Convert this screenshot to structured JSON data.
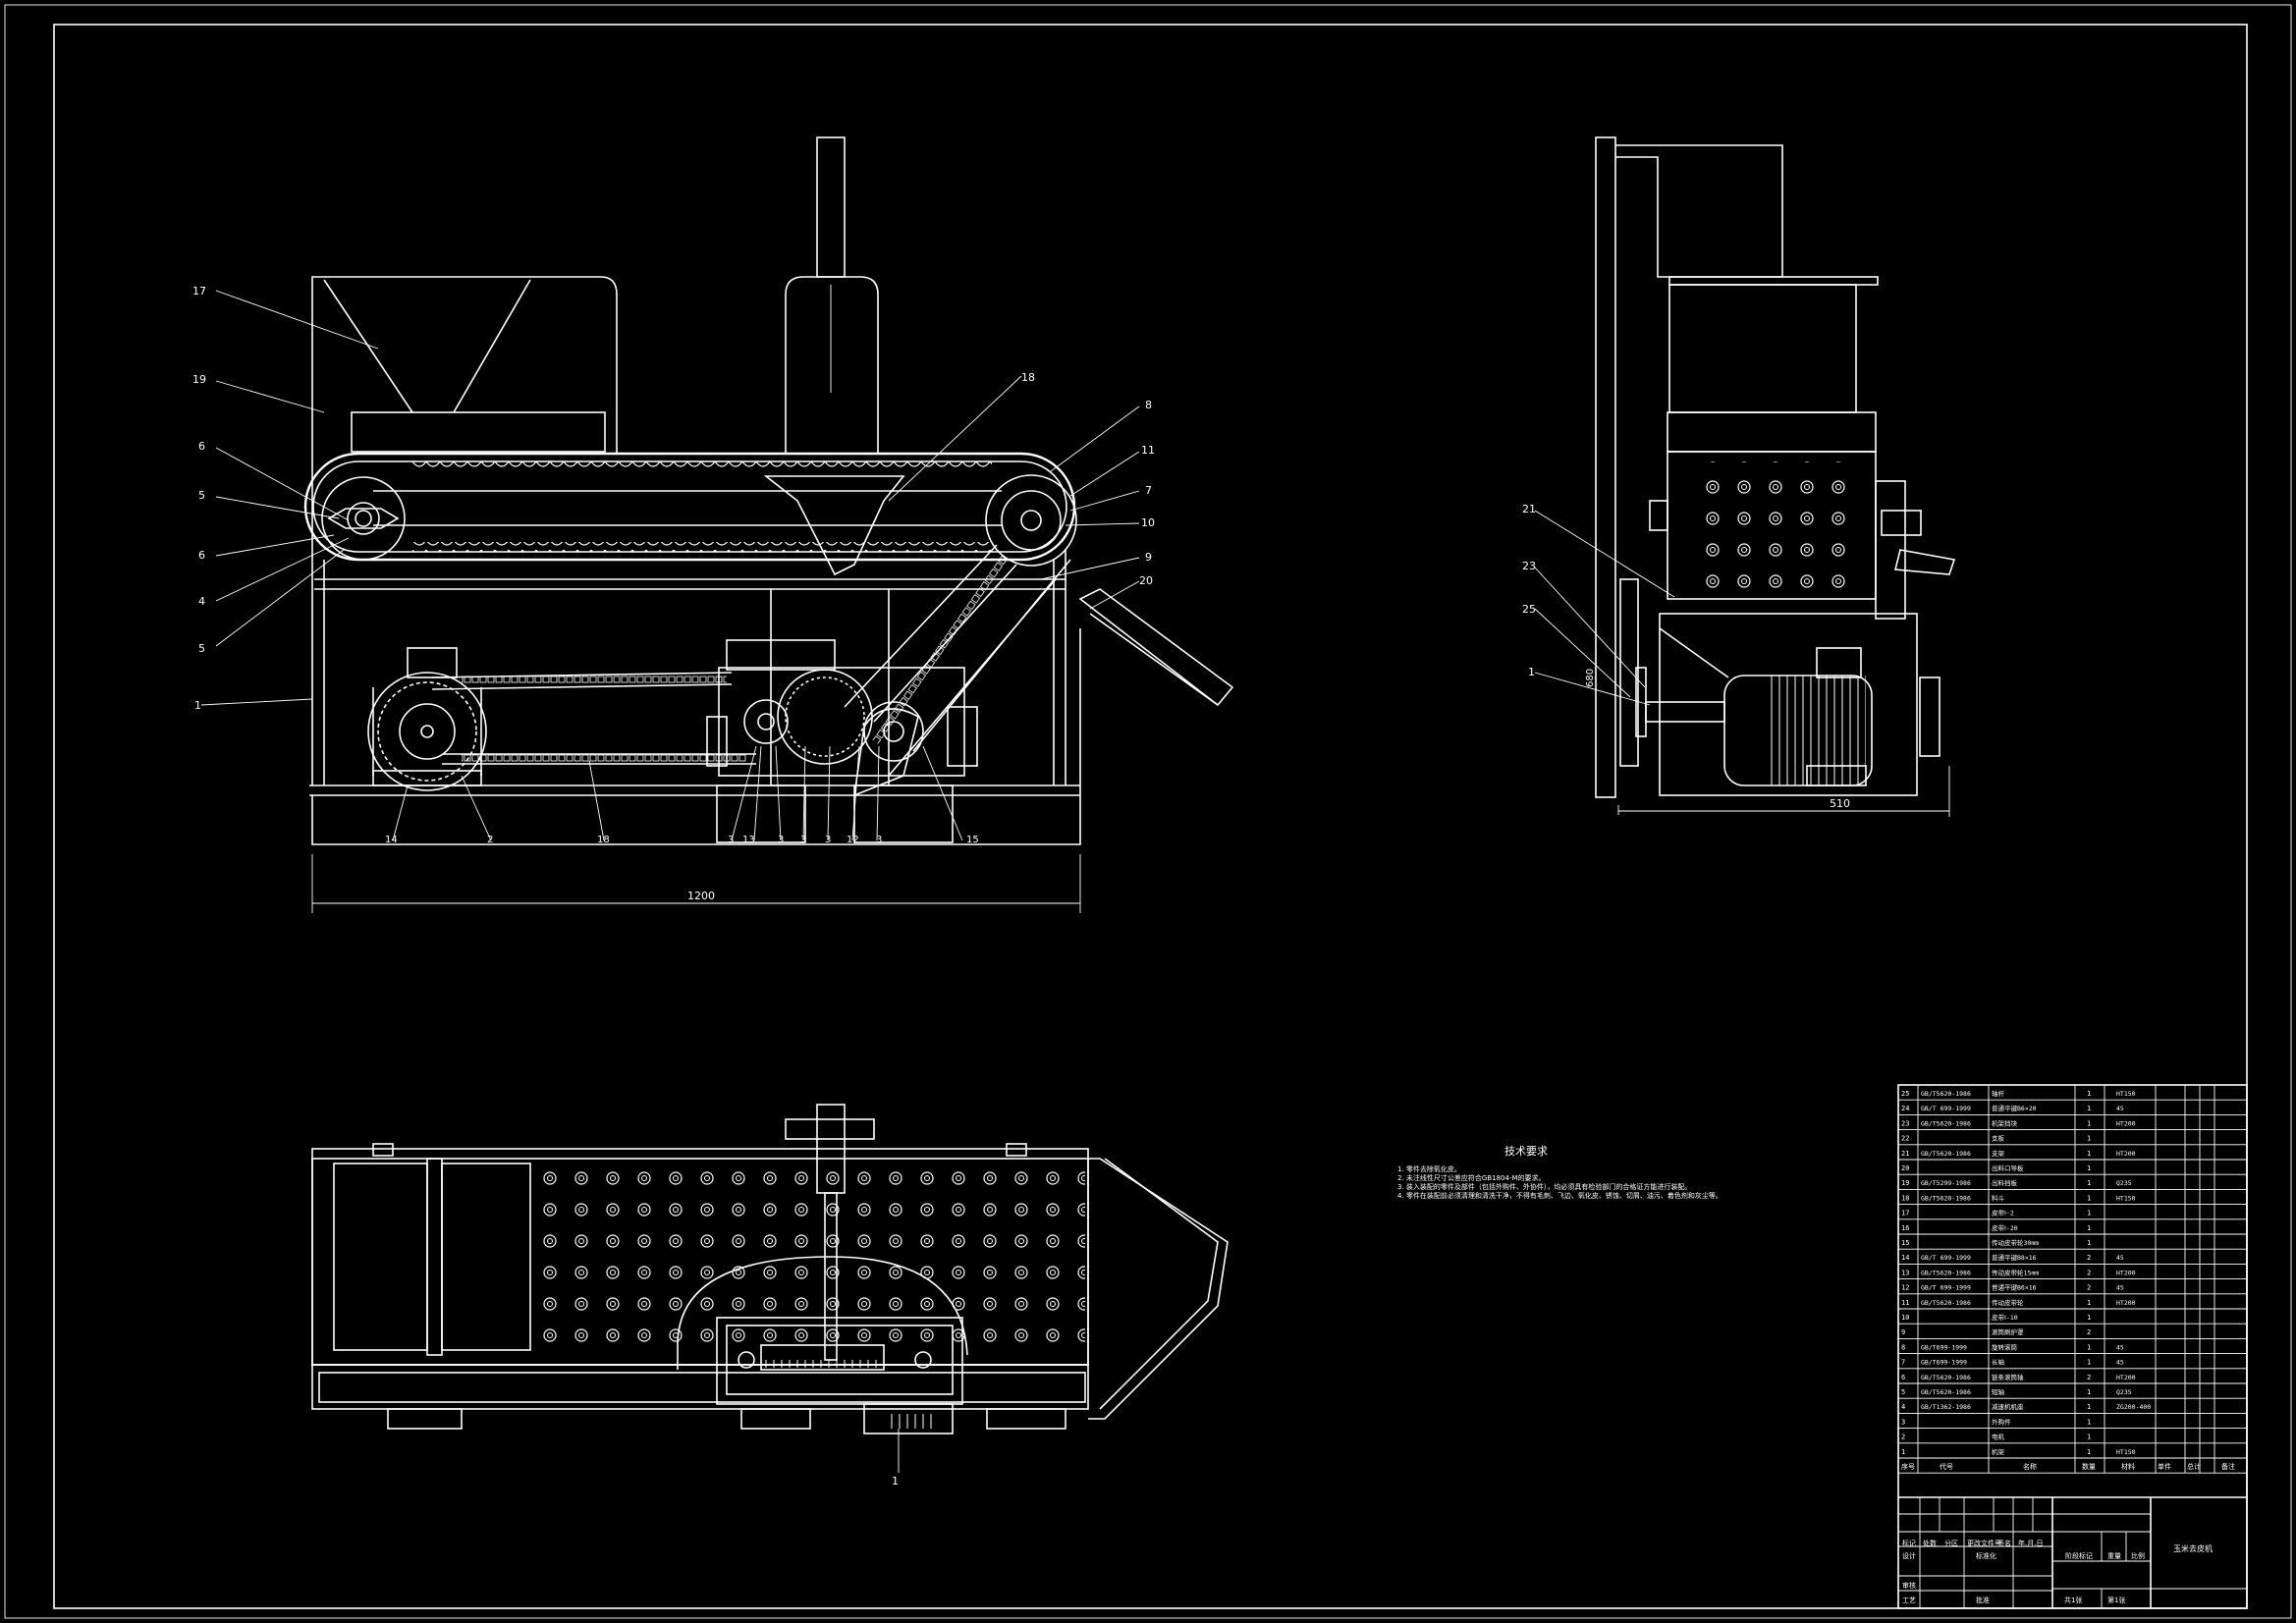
{
  "front_view": {
    "callouts": [
      {
        "label": "17"
      },
      {
        "label": "19"
      },
      {
        "label": "6"
      },
      {
        "label": "5"
      },
      {
        "label": "6"
      },
      {
        "label": "4"
      },
      {
        "label": "5"
      },
      {
        "label": "1"
      },
      {
        "label": "18"
      },
      {
        "label": "8"
      },
      {
        "label": "11"
      },
      {
        "label": "7"
      },
      {
        "label": "10"
      },
      {
        "label": "9"
      },
      {
        "label": "20"
      }
    ],
    "bottom_labels": [
      "14",
      "2",
      "18",
      "3",
      "13",
      "3",
      "3",
      "3",
      "12",
      "3",
      "15"
    ],
    "width_dim": "1200"
  },
  "side_view": {
    "callouts": [
      {
        "label": "21"
      },
      {
        "label": "23"
      },
      {
        "label": "25"
      },
      {
        "label": "1"
      }
    ],
    "height_dim": "680",
    "width_dim": "510"
  },
  "top_view": {
    "callouts": [
      {
        "label": "1"
      }
    ]
  },
  "tech_requirements": {
    "title": "技术要求",
    "lines": [
      "1. 零件去除氧化皮。",
      "2. 未注线性尺寸公差应符合GB1804-M的要求。",
      "3. 装入装配的零件及部件（包括外购件、外协件），均必须具有检验部门的合格证方能进行装配。",
      "4. 零件在装配前必须清理和清洗干净，不得有毛刺、飞边、氧化皮、锈蚀、切屑、油污、着色剂和灰尘等。"
    ]
  },
  "parts_list": {
    "rows": [
      {
        "no": "25",
        "code": "GB/T5620-1986",
        "name": "轴杆",
        "qty": "1",
        "mat": "HT150"
      },
      {
        "no": "24",
        "code": "GB/T 699-1999",
        "name": "普通平键B6×20",
        "qty": "1",
        "mat": "45"
      },
      {
        "no": "23",
        "code": "GB/T5620-1986",
        "name": "机架挡块",
        "qty": "1",
        "mat": "HT200"
      },
      {
        "no": "22",
        "code": "",
        "name": "支板",
        "qty": "1",
        "mat": ""
      },
      {
        "no": "21",
        "code": "GB/T5620-1986",
        "name": "支架",
        "qty": "1",
        "mat": "HT200"
      },
      {
        "no": "20",
        "code": "",
        "name": "出料口导板",
        "qty": "1",
        "mat": ""
      },
      {
        "no": "19",
        "code": "GB/T5299-1986",
        "name": "出料挡板",
        "qty": "1",
        "mat": "Q235"
      },
      {
        "no": "18",
        "code": "GB/T5620-1986",
        "name": "料斗",
        "qty": "1",
        "mat": "HT150"
      },
      {
        "no": "17",
        "code": "",
        "name": "皮带Ⅰ-2",
        "qty": "1",
        "mat": ""
      },
      {
        "no": "16",
        "code": "",
        "name": "皮带Ⅰ-20",
        "qty": "1",
        "mat": ""
      },
      {
        "no": "15",
        "code": "",
        "name": "传动皮带轮30mm",
        "qty": "1",
        "mat": ""
      },
      {
        "no": "14",
        "code": "GB/T 699-1999",
        "name": "普通平键B8×16",
        "qty": "2",
        "mat": "45"
      },
      {
        "no": "13",
        "code": "GB/T5620-1986",
        "name": "传动皮带轮15mm",
        "qty": "2",
        "mat": "HT200"
      },
      {
        "no": "12",
        "code": "GB/T 699-1999",
        "name": "普通平键B6×16",
        "qty": "2",
        "mat": "45"
      },
      {
        "no": "11",
        "code": "GB/T5620-1986",
        "name": "传动皮带轮",
        "qty": "1",
        "mat": "HT200"
      },
      {
        "no": "10",
        "code": "",
        "name": "皮带Ⅰ-10",
        "qty": "1",
        "mat": ""
      },
      {
        "no": "9",
        "code": "",
        "name": "滚筒刷护罩",
        "qty": "2",
        "mat": ""
      },
      {
        "no": "8",
        "code": "GB/T699-1999",
        "name": "旋转滚筒",
        "qty": "1",
        "mat": "45"
      },
      {
        "no": "7",
        "code": "GB/T699-1999",
        "name": "长轴",
        "qty": "1",
        "mat": "45"
      },
      {
        "no": "6",
        "code": "GB/T5620-1986",
        "name": "链条滚筒轴",
        "qty": "2",
        "mat": "HT200"
      },
      {
        "no": "5",
        "code": "GB/T5620-1986",
        "name": "短轴",
        "qty": "1",
        "mat": "Q235"
      },
      {
        "no": "4",
        "code": "GB/T1362-1986",
        "name": "减速机机座",
        "qty": "1",
        "mat": "ZG200-400"
      },
      {
        "no": "3",
        "code": "",
        "name": "外购件",
        "qty": "1",
        "mat": ""
      },
      {
        "no": "2",
        "code": "",
        "name": "电机",
        "qty": "1",
        "mat": ""
      },
      {
        "no": "1",
        "code": "",
        "name": "机架",
        "qty": "1",
        "mat": "HT150"
      }
    ],
    "headers": {
      "no": "序号",
      "code": "代号",
      "name": "名称",
      "qty": "数量",
      "mat": "材料",
      "w1": "单件",
      "w2": "总计",
      "note": "备注"
    }
  },
  "title_block": {
    "title": "玉米去皮机",
    "r1": [
      "标记",
      "处数",
      "分区",
      "更改文件号",
      "签名",
      "年.月.日"
    ],
    "design": "设计",
    "standard": "标准化",
    "stage": "阶段标记",
    "weight": "重量",
    "scale": "比例",
    "review": "审核",
    "process": "工艺",
    "approve": "批准",
    "sheets": "共1张",
    "sheet": "第1张"
  }
}
